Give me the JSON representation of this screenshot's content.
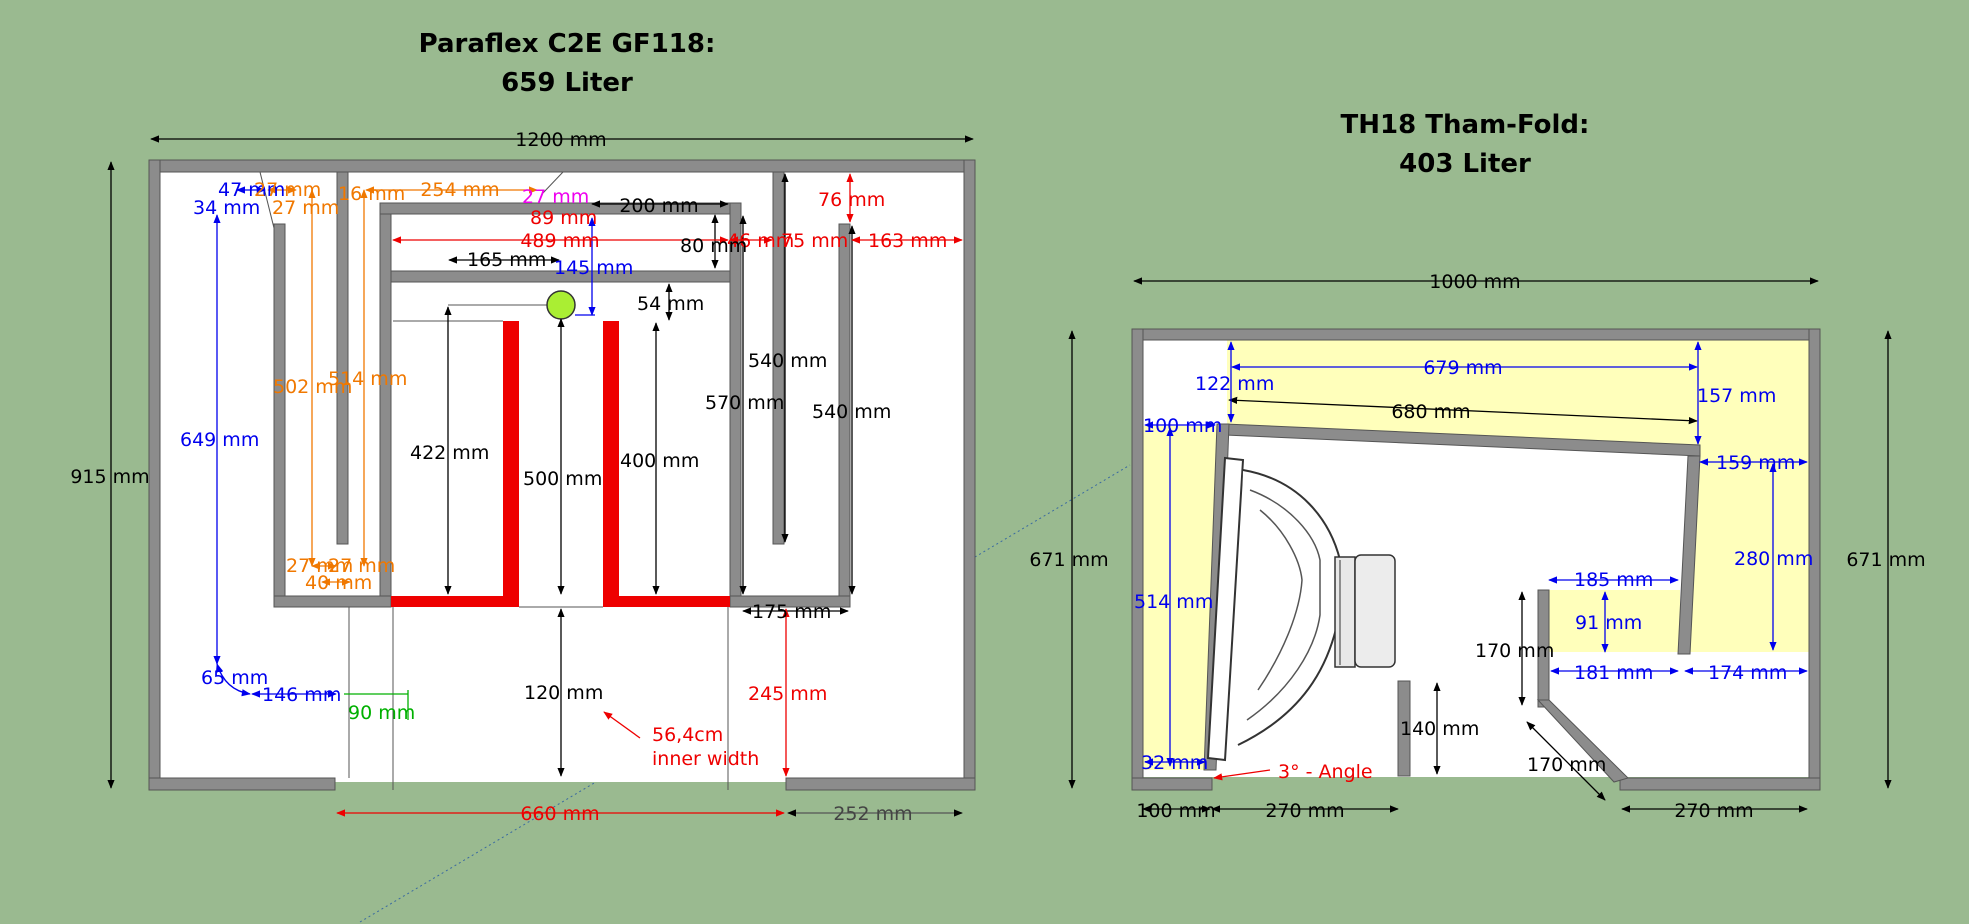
{
  "left": {
    "title_line1": "Paraflex C2E GF118:",
    "title_line2": "659 Liter",
    "dims": {
      "width_total": "1200 mm",
      "height_total": "915 mm",
      "d47": "47 mm",
      "d27a": "27 mm",
      "d27b": "27 mm",
      "d34": "34 mm",
      "d16": "16 mm",
      "d254": "254 mm",
      "d27m": "27 mm",
      "d89": "89 mm",
      "d200": "200 mm",
      "d76": "76 mm",
      "d489": "489 mm",
      "d46": "46 mm",
      "d75": "75 mm",
      "d163": "163 mm",
      "d80": "80 mm",
      "d165": "165 mm",
      "d145": "145 mm",
      "d54": "54 mm",
      "d540a": "540 mm",
      "d570": "570 mm",
      "d540b": "540 mm",
      "d649": "649 mm",
      "d502": "502 mm",
      "d514": "514 mm",
      "d422": "422 mm",
      "d500": "500 mm",
      "d400": "400 mm",
      "d27c": "27 mm",
      "d27d": "27 mm",
      "d40": "40 mm",
      "d175": "175 mm",
      "d65": "65 mm",
      "d146": "146 mm",
      "d90": "90 mm",
      "d120": "120 mm",
      "d245": "245 mm",
      "inner_line1": "56,4cm",
      "inner_line2": "inner width",
      "d660": "660 mm",
      "d252": "252 mm"
    }
  },
  "right": {
    "title_line1": "TH18 Tham-Fold:",
    "title_line2": "403 Liter",
    "dims": {
      "width_total": "1000 mm",
      "height_left": "671 mm",
      "height_right": "671 mm",
      "d122": "122 mm",
      "d679": "679 mm",
      "d157": "157 mm",
      "d680": "680 mm",
      "d100a": "100 mm",
      "d159": "159 mm",
      "d280": "280 mm",
      "d514": "514 mm",
      "d185": "185 mm",
      "d91": "91 mm",
      "d170a": "170 mm",
      "d181": "181 mm",
      "d174": "174 mm",
      "d140": "140 mm",
      "d170b": "170 mm",
      "d32": "32 mm",
      "angle": "3° - Angle",
      "d100b": "100 mm",
      "d270a": "270 mm",
      "d270b": "270 mm"
    }
  }
}
